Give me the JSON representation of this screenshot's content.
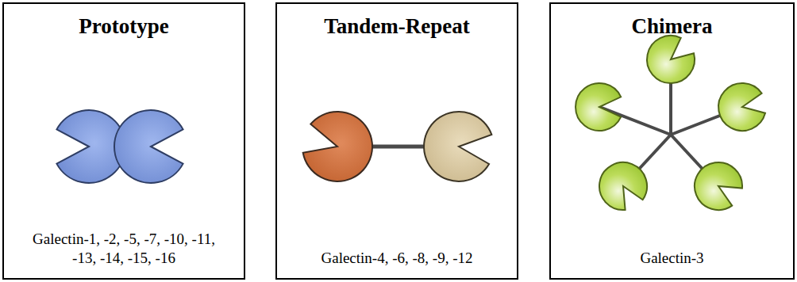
{
  "diagram": {
    "nodes": [
      {
        "text": [
          "Prototype",
          "Galectin-1, -2, -5, -7, -10, -11, -13, -14, -15, -16"
        ]
      },
      {
        "text": [
          "Tandem-Repeat",
          "Galectin-4, -6, -8, -9, -12"
        ]
      },
      {
        "text": [
          "Chimera",
          "Galectin-3"
        ]
      }
    ]
  }
}
